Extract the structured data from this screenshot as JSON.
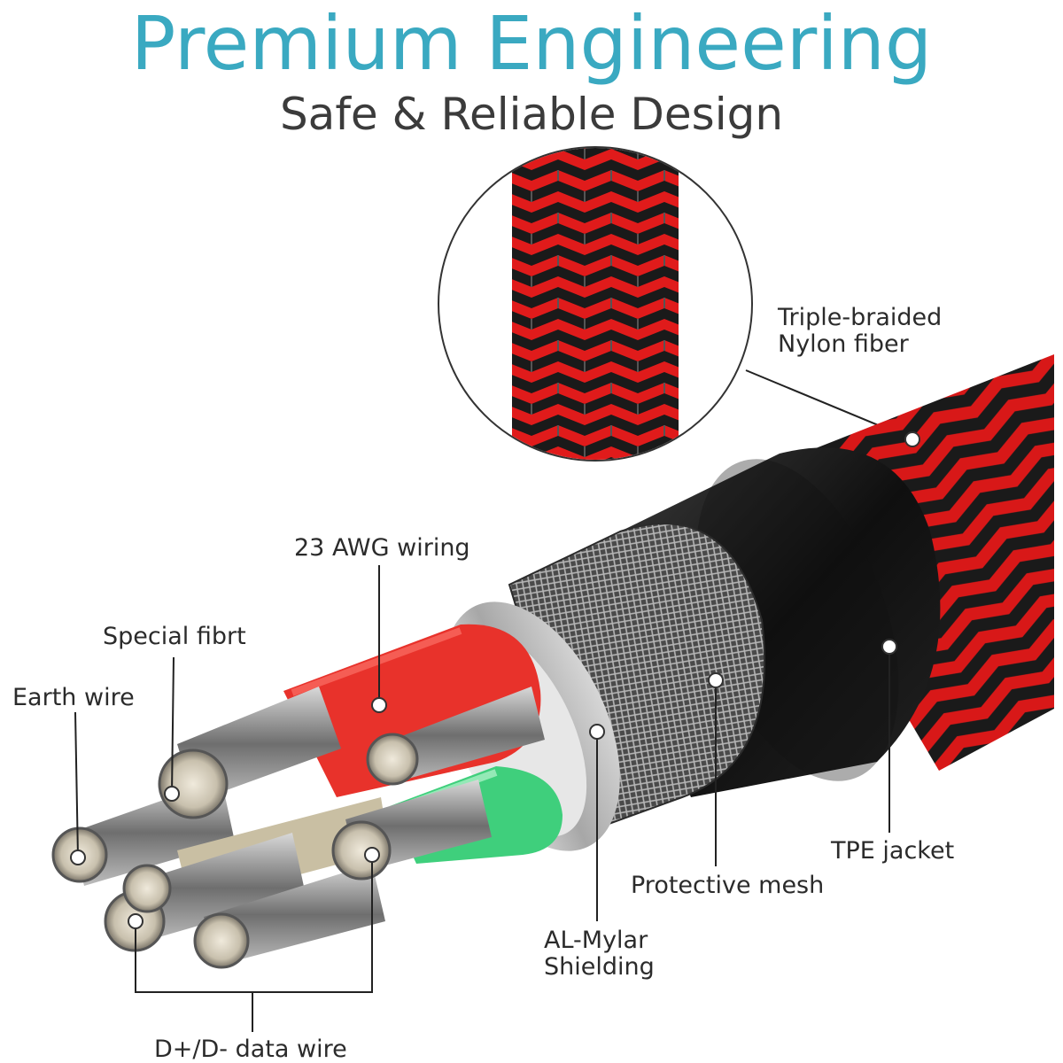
{
  "headline": "Premium Engineering",
  "subheadline": "Safe & Reliable Design",
  "labels": {
    "nylon_line1": "Triple-braided",
    "nylon_line2": "Nylon fiber",
    "awg": "23 AWG wiring",
    "fibrt": "Special fibrt",
    "earth": "Earth wire",
    "tpe": "TPE jacket",
    "mesh": "Protective mesh",
    "mylar_line1": "AL-Mylar",
    "mylar_line2": "Shielding",
    "data_wire": "D+/D- data wire"
  },
  "colors": {
    "headline": "#3aa9c1",
    "subheadline": "#3b3b3b",
    "braid_red": "#e01b1b",
    "braid_black": "#1a1a1a",
    "wire_red": "#e8322b",
    "wire_green": "#3fcf7c",
    "mylar_silver": "#b9b9b9"
  }
}
